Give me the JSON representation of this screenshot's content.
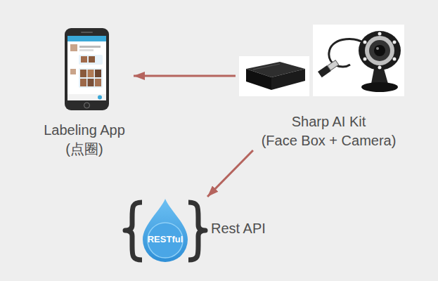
{
  "diagram": {
    "nodes": [
      {
        "text": [
          "Labeling App",
          "(点圈)"
        ]
      },
      {
        "text": [
          "Sharp AI Kit",
          "(Face Box + Camera)"
        ]
      },
      {
        "text": [
          "RESTful",
          "Rest API"
        ]
      }
    ],
    "edges": [
      {
        "from": 1,
        "to": 0,
        "arrow": "to"
      },
      {
        "from": 1,
        "to": 2,
        "arrow": "to"
      }
    ]
  }
}
